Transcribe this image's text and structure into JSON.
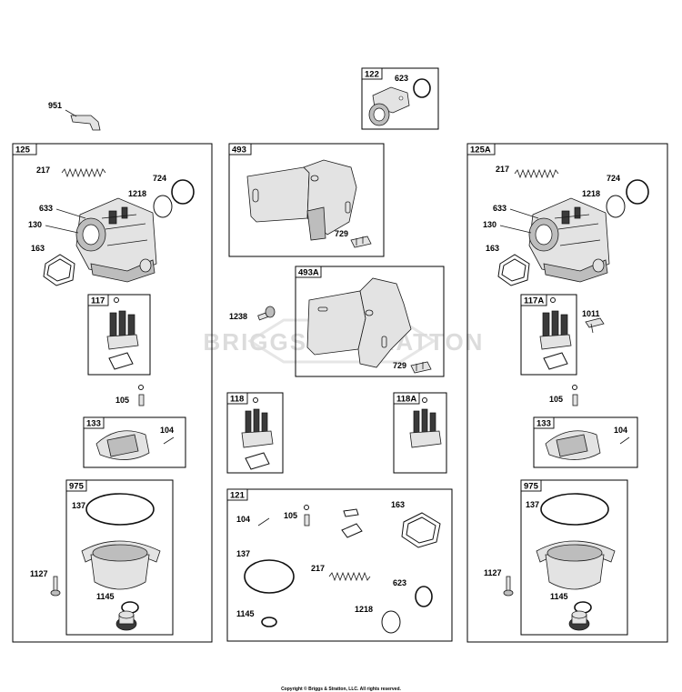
{
  "watermark": "BRIGGS & STRATTON",
  "copyright": "Copyright © Briggs & Stratton, LLC. All rights reserved.",
  "groups": {
    "g122": "122",
    "g125": "125",
    "g125A": "125A",
    "g493": "493",
    "g493A": "493A",
    "g117": "117",
    "g117A": "117A",
    "g118": "118",
    "g118A": "118A",
    "g133L": "133",
    "g133R": "133",
    "g975L": "975",
    "g975R": "975",
    "g121": "121"
  },
  "labels": {
    "p951": "951",
    "p623_top": "623",
    "L217": "217",
    "L724": "724",
    "L1218": "1218",
    "L633": "633",
    "L130": "130",
    "L163": "163",
    "L105": "105",
    "L104": "104",
    "L137": "137",
    "L1127": "1127",
    "L1145": "1145",
    "R217": "217",
    "R724": "724",
    "R1218": "1218",
    "R633": "633",
    "R130": "130",
    "R163": "163",
    "R1011": "1011",
    "R105": "105",
    "R104": "104",
    "R137": "137",
    "R1127": "1127",
    "R1145": "1145",
    "M729a": "729",
    "M729b": "729",
    "M1238": "1238",
    "K104": "104",
    "K105": "105",
    "K163": "163",
    "K137": "137",
    "K217": "217",
    "K623": "623",
    "K1145": "1145",
    "K1218": "1218"
  }
}
